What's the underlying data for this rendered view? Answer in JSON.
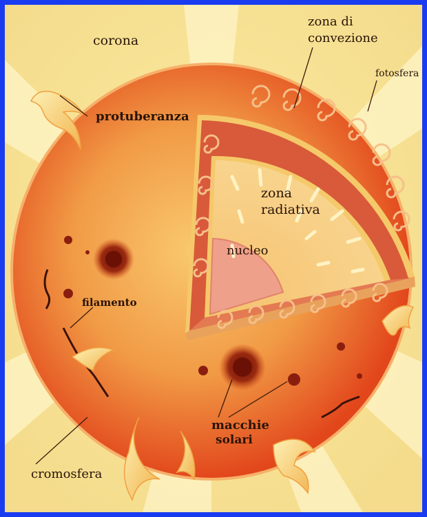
{
  "labels": {
    "corona": "corona",
    "convezione_1": "zona di",
    "convezione_2": "convezione",
    "fotosfera": "fotosfera",
    "protuberanza": "protuberanza",
    "radiativa_1": "zona",
    "radiativa_2": "radiativa",
    "nucleo": "nucleo",
    "filamento": "filamento",
    "macchie_1": "macchie",
    "macchie_2": "solari",
    "cromosfera": "cromosfera"
  },
  "colors": {
    "frame": "#1a3cf0",
    "background": "#f7e7a4",
    "sun_outer": "#e8501f",
    "sun_inner": "#f6b85a",
    "convection_zone": "#d85a3a",
    "photosphere": "#f5c96a",
    "radiative_zone": "#f7c97b",
    "core": "#eea08a",
    "sunspot": "#8a1e0e"
  },
  "icons": [
    "solar-prominence-icon",
    "sunspot-icon",
    "filament-icon",
    "convection-swirl-icon"
  ]
}
